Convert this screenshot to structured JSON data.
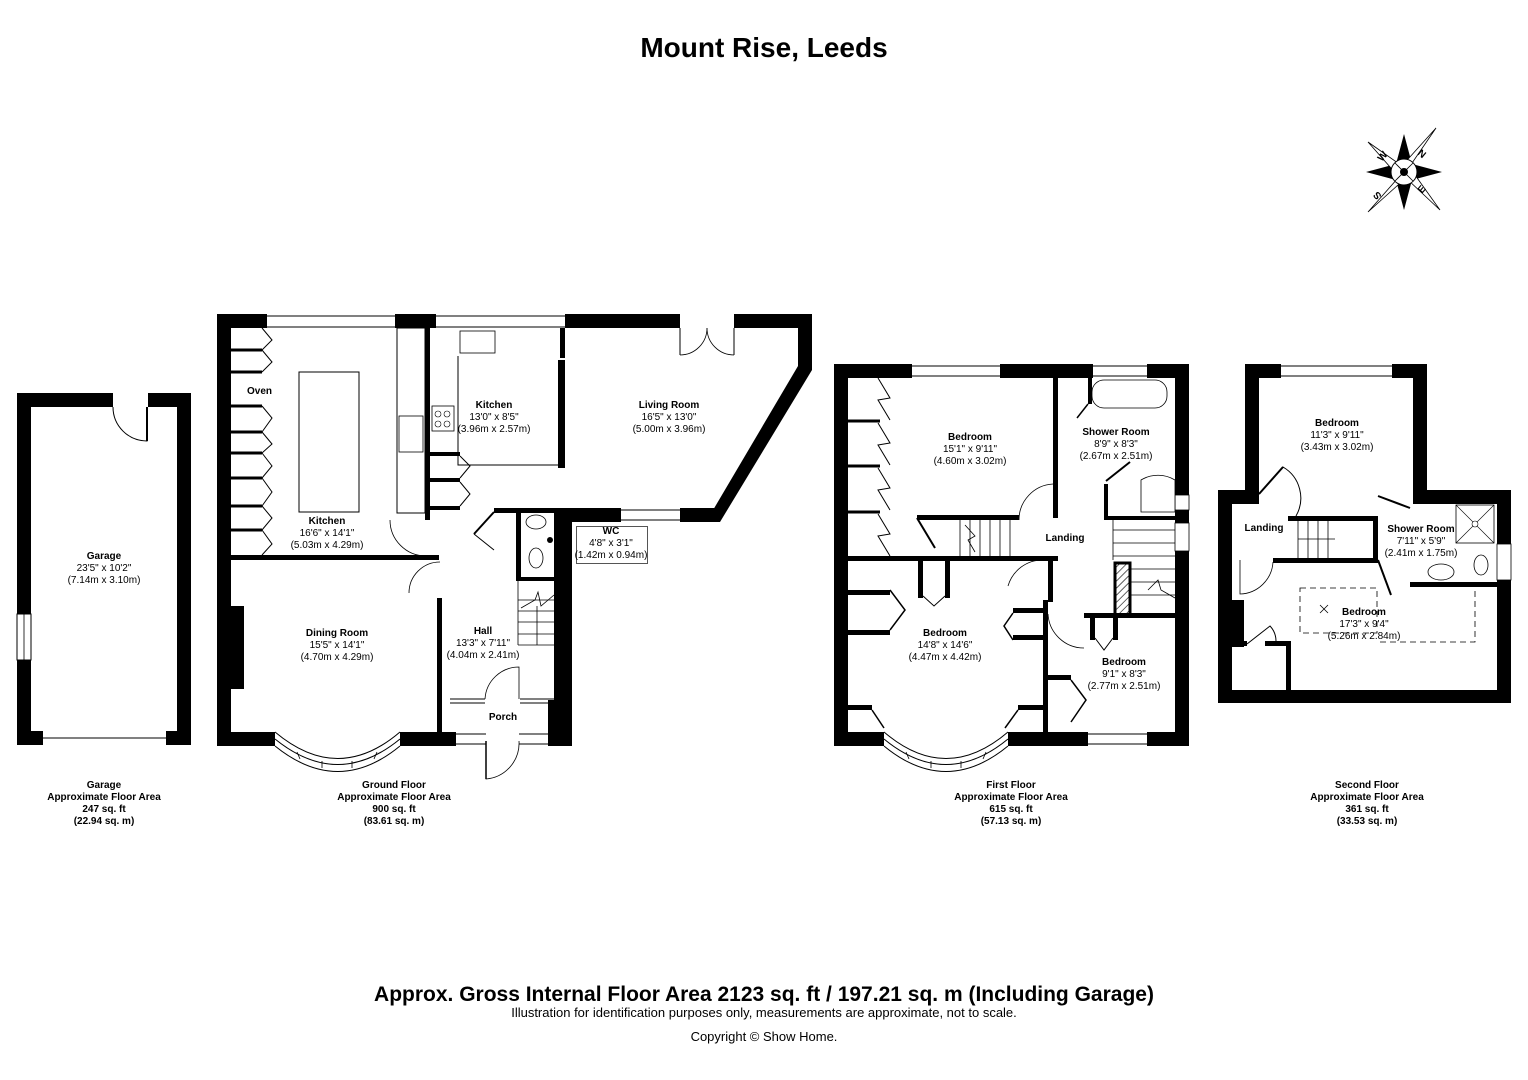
{
  "title": "Mount Rise, Leeds",
  "compass": {
    "labels": [
      "N",
      "E",
      "S",
      "W"
    ]
  },
  "garage": {
    "room": {
      "name": "Garage",
      "imperial": "23'5\" x 10'2\"",
      "metric": "(7.14m x 3.10m)"
    },
    "area": {
      "floor": "Garage",
      "label": "Approximate Floor Area",
      "sqft": "247 sq. ft",
      "sqm": "(22.94 sq. m)"
    }
  },
  "ground_floor": {
    "rooms": [
      {
        "name": "Kitchen",
        "imperial": "16'6\" x 14'1\"",
        "metric": "(5.03m x 4.29m)"
      },
      {
        "name": "Kitchen",
        "imperial": "13'0\" x 8'5\"",
        "metric": "(3.96m x 2.57m)"
      },
      {
        "name": "Living Room",
        "imperial": "16'5\" x 13'0\"",
        "metric": "(5.00m x 3.96m)"
      },
      {
        "name": "WC",
        "imperial": "4'8\" x 3'1\"",
        "metric": "(1.42m x 0.94m)"
      },
      {
        "name": "Dining Room",
        "imperial": "15'5\" x 14'1\"",
        "metric": "(4.70m x 4.29m)"
      },
      {
        "name": "Hall",
        "imperial": "13'3\" x 7'11\"",
        "metric": "(4.04m x 2.41m)"
      },
      {
        "name": "Porch"
      }
    ],
    "oven_label": "Oven",
    "area": {
      "floor": "Ground Floor",
      "label": "Approximate Floor Area",
      "sqft": "900 sq. ft",
      "sqm": "(83.61 sq. m)"
    }
  },
  "first_floor": {
    "rooms": [
      {
        "name": "Bedroom",
        "imperial": "15'1\" x 9'11\"",
        "metric": "(4.60m x 3.02m)"
      },
      {
        "name": "Shower Room",
        "imperial": "8'9\" x 8'3\"",
        "metric": "(2.67m x 2.51m)"
      },
      {
        "name": "Landing"
      },
      {
        "name": "Bedroom",
        "imperial": "14'8\" x 14'6\"",
        "metric": "(4.47m x 4.42m)"
      },
      {
        "name": "Bedroom",
        "imperial": "9'1\" x 8'3\"",
        "metric": "(2.77m x 2.51m)"
      }
    ],
    "area": {
      "floor": "First Floor",
      "label": "Approximate Floor Area",
      "sqft": "615 sq. ft",
      "sqm": "(57.13 sq. m)"
    }
  },
  "second_floor": {
    "rooms": [
      {
        "name": "Bedroom",
        "imperial": "11'3\" x 9'11\"",
        "metric": "(3.43m x 3.02m)"
      },
      {
        "name": "Landing"
      },
      {
        "name": "Shower Room",
        "imperial": "7'11\" x 5'9\"",
        "metric": "(2.41m x 1.75m)"
      },
      {
        "name": "Bedroom",
        "imperial": "17'3\" x 9'4\"",
        "metric": "(5.26m x 2.84m)"
      }
    ],
    "area": {
      "floor": "Second Floor",
      "label": "Approximate Floor Area",
      "sqft": "361 sq. ft",
      "sqm": "(33.53 sq. m)"
    }
  },
  "footer": {
    "gross_area": "Approx. Gross Internal Floor Area 2123 sq. ft / 197.21 sq. m (Including Garage)",
    "disclaimer": "Illustration for identification purposes only, measurements are approximate, not to scale.",
    "copyright": "Copyright © Show Home."
  }
}
